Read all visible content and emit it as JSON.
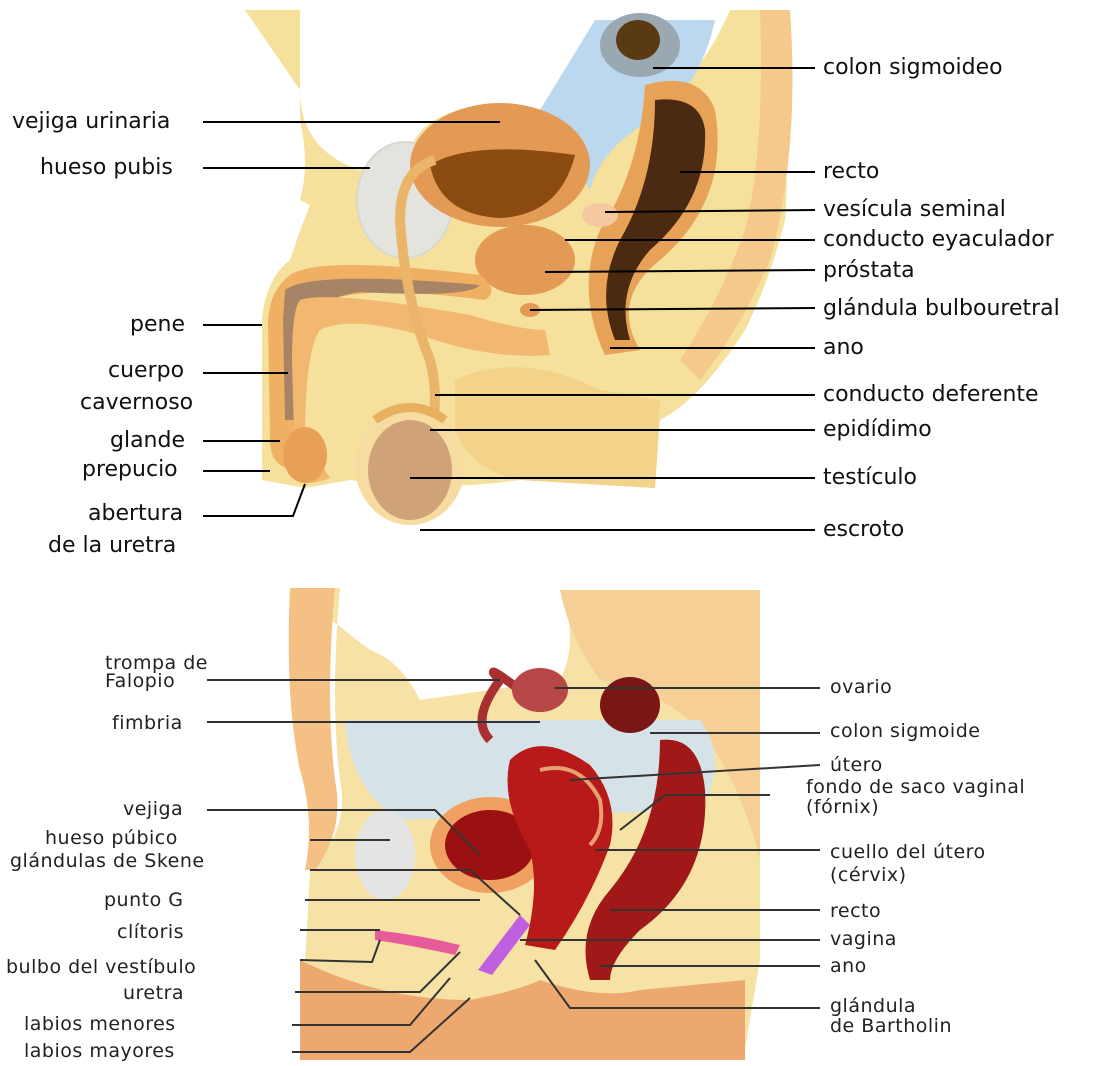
{
  "male": {
    "labels": {
      "colon": "colon sigmoideo",
      "bladder": "vejiga urinaria",
      "pubis": "hueso pubis",
      "rectum": "recto",
      "seminal": "vesícula seminal",
      "ejac": "conducto eyaculador",
      "prostate": "próstata",
      "bulbo": "glándula bulbouretral",
      "penis": "pene",
      "anus": "ano",
      "cuerpo": "cuerpo",
      "cavernoso": "cavernoso",
      "deferente": "conducto deferente",
      "glans": "glande",
      "epid": "epidídimo",
      "prepuce": "prepucio",
      "testis": "testículo",
      "abertura": "abertura",
      "uretra_line": "de la uretra",
      "scrotum": "escroto"
    }
  },
  "female": {
    "labels": {
      "trompa1": "trompa de",
      "trompa2": "Falopio",
      "ovary": "ovario",
      "fimbria": "fimbria",
      "colon": "colon sigmoide",
      "uterus": "útero",
      "fondo1": "fondo de saco vaginal",
      "fondo2": "(fórnix)",
      "bladder": "vejiga",
      "pubic": "hueso púbico",
      "cervix1": "cuello del útero",
      "cervix2": "(cérvix)",
      "skene": "glándulas de Skene",
      "gspot": "punto G",
      "rectum": "recto",
      "clitoris": "clítoris",
      "vagina": "vagina",
      "bulb": "bulbo del vestíbulo",
      "anus": "ano",
      "urethra": "uretra",
      "bart1": "glándula",
      "bart2": "de Bartholin",
      "minora": "labios menores",
      "majora": "labios mayores"
    }
  }
}
